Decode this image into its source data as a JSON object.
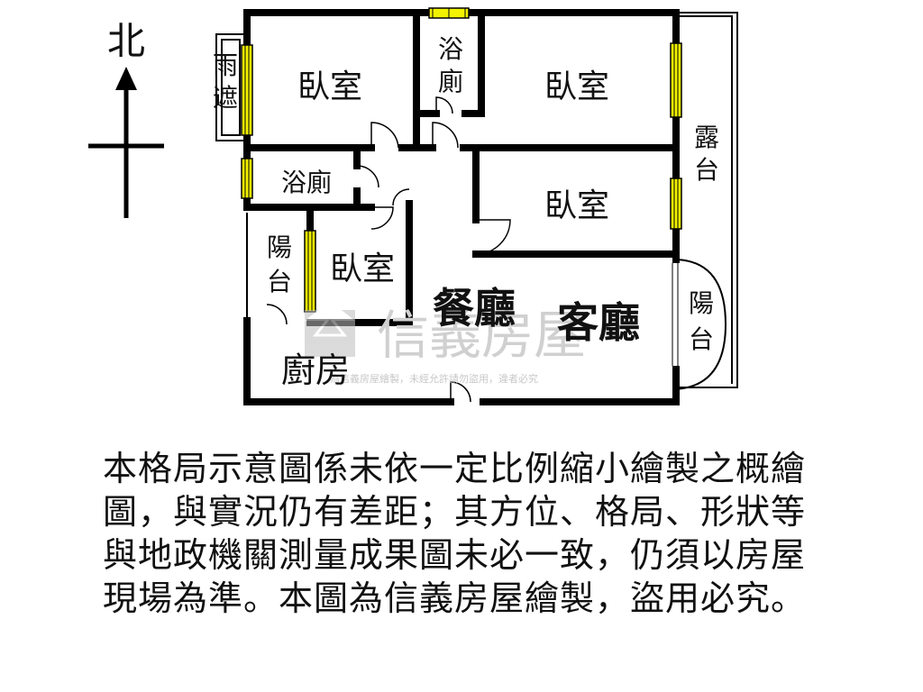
{
  "compass": {
    "north_label": "北"
  },
  "rooms": {
    "bedroom_nw": "臥室",
    "bath_top": "浴廁",
    "bedroom_ne": "臥室",
    "bath_mid": "浴廁",
    "bedroom_e": "臥室",
    "bedroom_sw": "臥室",
    "dining": "餐廳",
    "living": "客廳",
    "kitchen": "廚房",
    "canopy": "雨遮",
    "balcony_w": "陽台",
    "balcony_e": "陽台",
    "terrace": "露台"
  },
  "watermark": {
    "brand": "信義房屋",
    "notice": "為信義房屋繪製，未經允許請勿盜用，違者必究"
  },
  "disclaimer": "本格局示意圖係未依一定比例縮小繪製之概繪圖，與實況仍有差距；其方位、格局、形狀等與地政機關測量成果圖未必一致，仍須以房屋現場為準。本圖為信義房屋繪製，盜用必究。",
  "colors": {
    "window": "#f2f200",
    "wall": "#000000"
  }
}
